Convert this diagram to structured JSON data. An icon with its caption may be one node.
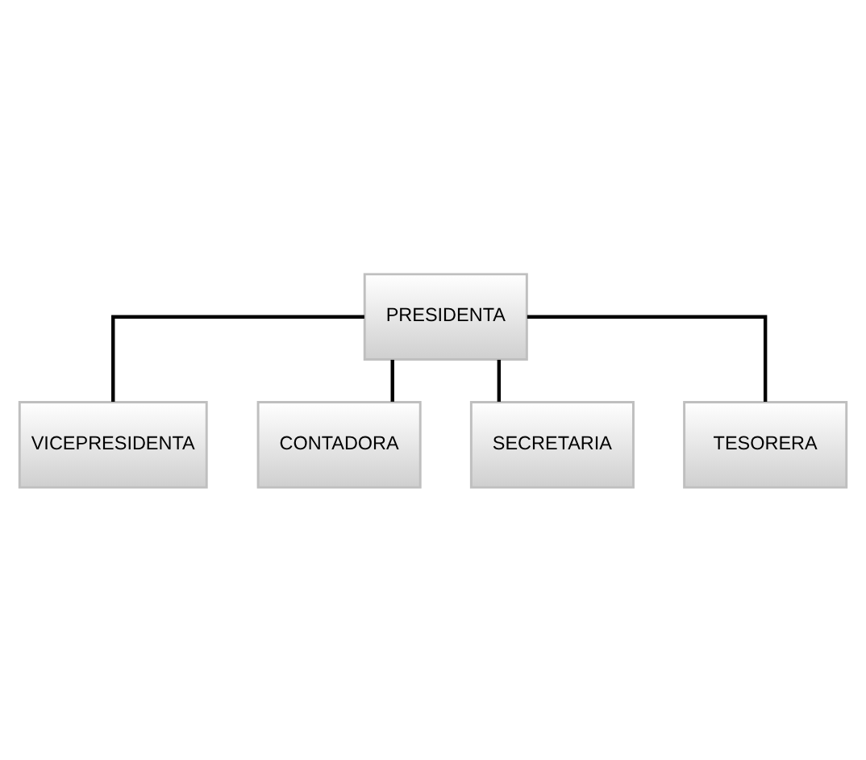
{
  "diagram": {
    "nodes": [
      {
        "text": [
          "PRESIDENTA"
        ]
      },
      {
        "text": [
          "VICEPRESIDENTA"
        ]
      },
      {
        "text": [
          "CONTADORA"
        ]
      },
      {
        "text": [
          "SECRETARIA"
        ]
      },
      {
        "text": [
          "TESORERA"
        ]
      }
    ],
    "edges": [
      {
        "from": 0,
        "to": 1,
        "arrow": "none"
      },
      {
        "from": 0,
        "to": 2,
        "arrow": "none"
      },
      {
        "from": 0,
        "to": 3,
        "arrow": "none"
      },
      {
        "from": 0,
        "to": 4,
        "arrow": "none"
      }
    ]
  }
}
